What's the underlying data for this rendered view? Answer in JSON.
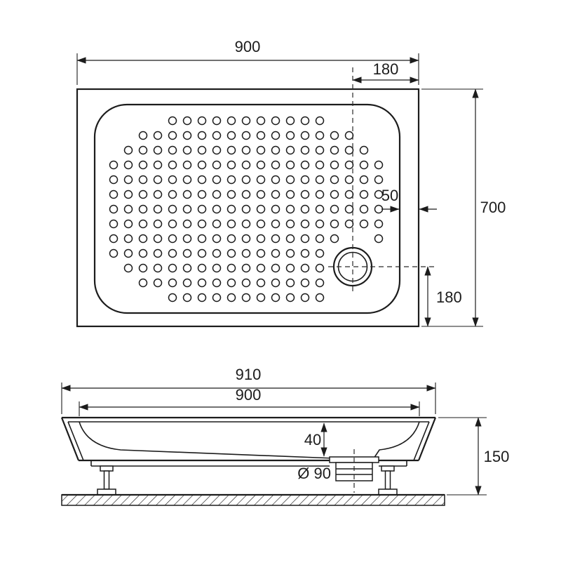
{
  "drawing": {
    "subject": "shower-tray-technical-drawing",
    "views": [
      "top-plan-view",
      "front-elevation-view"
    ]
  },
  "top_view": {
    "width": "900",
    "drain_offset_right": "180",
    "depth": "700",
    "rim_width": "50",
    "drain_offset_bottom": "180"
  },
  "front_view": {
    "overall_width": "910",
    "top_width": "900",
    "basin_depth": "40",
    "drain_diameter": "Ø 90",
    "total_height": "150"
  },
  "style": {
    "line_color": "#1c1c1c",
    "background": "#ffffff"
  }
}
